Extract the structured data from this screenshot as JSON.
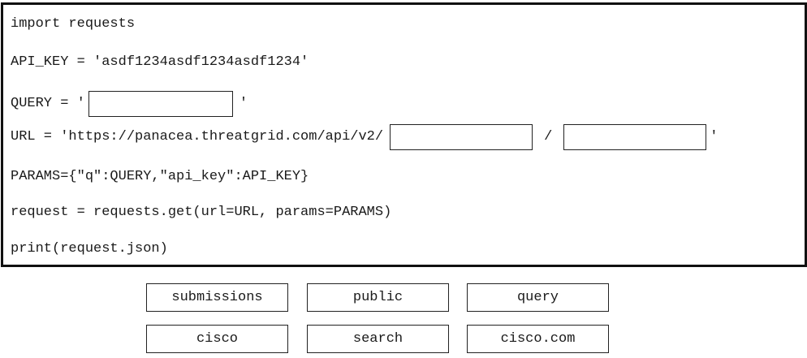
{
  "code": {
    "line1": "import requests",
    "line2": "API_KEY = 'asdf1234asdf1234asdf1234'",
    "line3_prefix": "QUERY = '",
    "line3_suffix": "'",
    "line4_prefix": "URL = 'https://panacea.threatgrid.com/api/v2/",
    "line4_separator": "/",
    "line4_suffix": "'",
    "line5": "PARAMS={\"q\":QUERY,\"api_key\":API_KEY}",
    "line6": "request = requests.get(url=URL, params=PARAMS)",
    "line7": "print(request.json)"
  },
  "options": [
    {
      "label": "submissions"
    },
    {
      "label": "public"
    },
    {
      "label": "query"
    },
    {
      "label": "cisco"
    },
    {
      "label": "search"
    },
    {
      "label": "cisco.com"
    }
  ]
}
